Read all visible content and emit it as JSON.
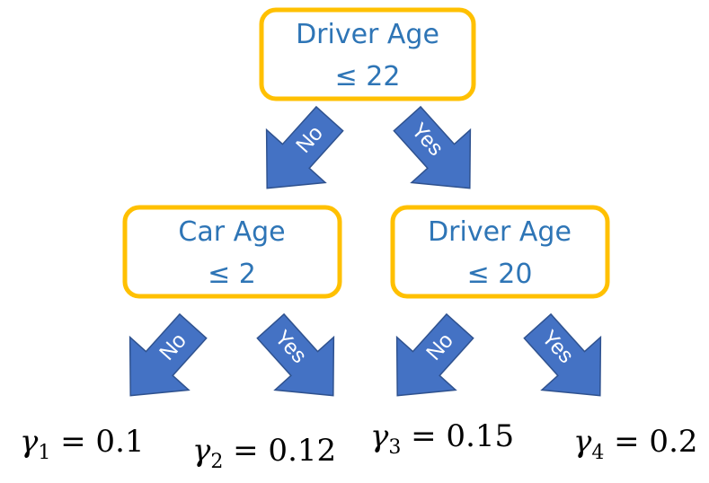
{
  "root": {
    "line1": "Driver Age",
    "line2": "≤ 22"
  },
  "left_node": {
    "line1": "Car Age",
    "line2": "≤ 2"
  },
  "right_node": {
    "line1": "Driver Age",
    "line2": "≤ 20"
  },
  "branches": {
    "root_no": "No",
    "root_yes": "Yes",
    "left_no": "No",
    "left_yes": "Yes",
    "right_no": "No",
    "right_yes": "Yes"
  },
  "leaves": [
    {
      "symbol": "γ",
      "sub": "1",
      "rest": " = 0.1"
    },
    {
      "symbol": "γ",
      "sub": "2",
      "rest": " = 0.12"
    },
    {
      "symbol": "γ",
      "sub": "3",
      "rest": " = 0.15"
    },
    {
      "symbol": "γ",
      "sub": "4",
      "rest": " = 0.2"
    }
  ],
  "colors": {
    "node_border": "#FFC000",
    "node_text": "#2E75B6",
    "arrow_fill": "#4472C4"
  }
}
